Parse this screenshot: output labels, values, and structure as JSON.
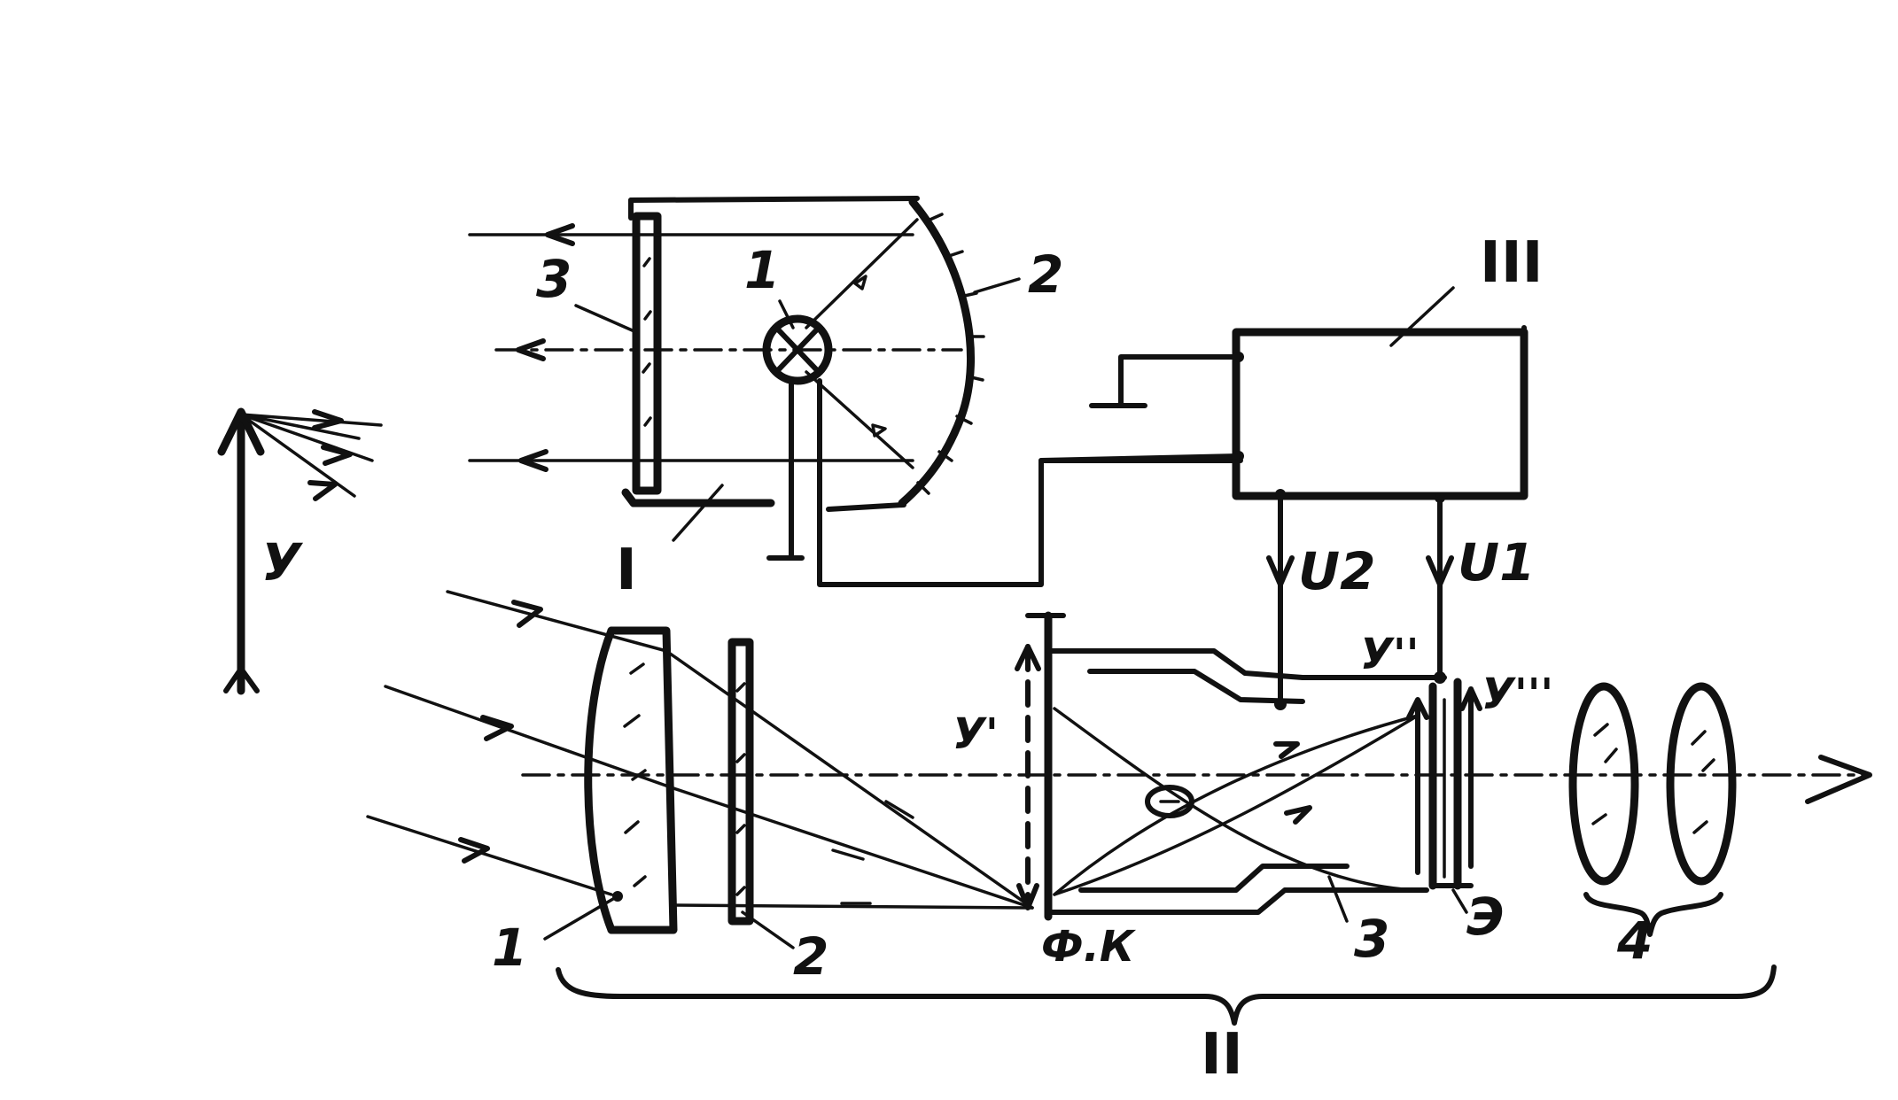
{
  "labels": {
    "illuminator": {
      "block": "I",
      "lamp": "1",
      "reflector": "2",
      "filter": "3"
    },
    "converter": {
      "block": "II",
      "objective": "1",
      "filter": "2",
      "tube": "3",
      "eyepiece": "4",
      "photocathode": "Ф.К",
      "screen": "Э",
      "image_object": "У",
      "image_cathode": "У'",
      "image_electronic": "У''",
      "image_screen": "У'''"
    },
    "power_supply": {
      "block": "III",
      "voltage_2": "U2",
      "voltage_1": "U1"
    }
  },
  "colors": {
    "ink": "#111111",
    "paper": "#ffffff"
  }
}
